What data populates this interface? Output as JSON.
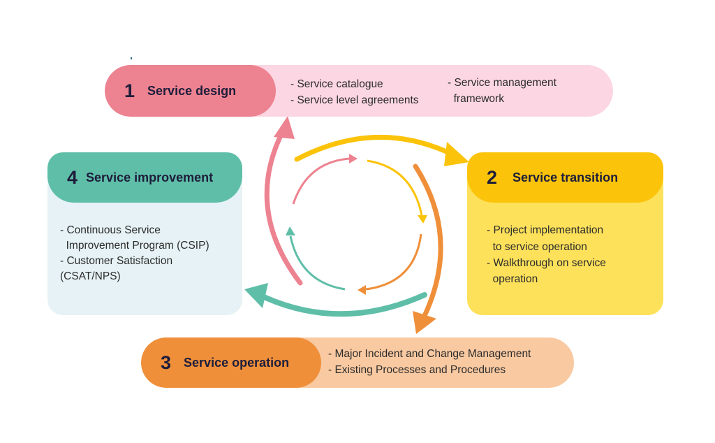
{
  "colors": {
    "design_head": "#ed8290",
    "design_body": "#fcd6e2",
    "transition_head": "#fbc30a",
    "transition_body": "#fde15a",
    "operation_head": "#ef8f3a",
    "operation_body": "#f9c9a1",
    "improvement_head": "#5fbea8",
    "improvement_body": "#e6f2f5"
  },
  "stages": {
    "design": {
      "number": "1",
      "title": "Service design",
      "items": [
        "- Service catalogue",
        "- Service level agreements",
        "- Service management",
        "  framework"
      ]
    },
    "transition": {
      "number": "2",
      "title": "Service transition",
      "items": [
        "- Project implementation",
        "  to service operation",
        "- Walkthrough on service",
        "  operation"
      ]
    },
    "operation": {
      "number": "3",
      "title": "Service operation",
      "items": [
        "- Major Incident and Change Management",
        "- Existing Processes and Procedures"
      ]
    },
    "improvement": {
      "number": "4",
      "title": "Service improvement",
      "items": [
        "- Continuous Service",
        "  Improvement Program (CSIP)",
        "- Customer Satisfaction",
        "(CSAT/NPS)"
      ]
    }
  }
}
